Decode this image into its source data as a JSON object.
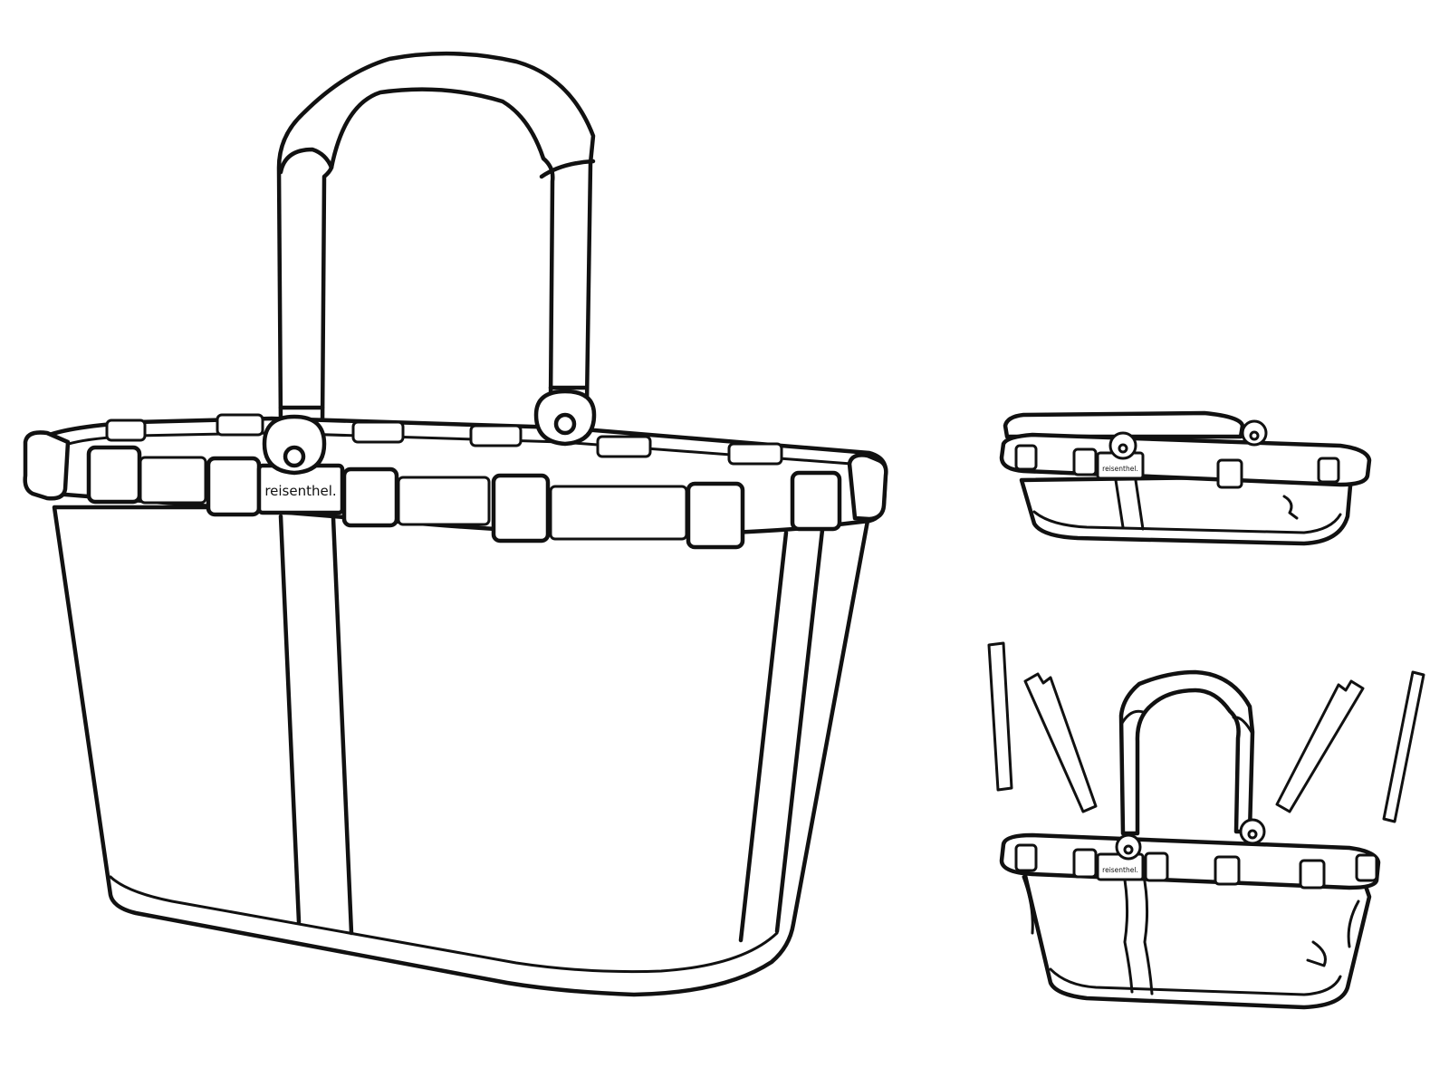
{
  "brand": {
    "label": "reisenthel.",
    "line_color": "#111111",
    "fill_color": "#ffffff"
  },
  "views": [
    {
      "id": "main",
      "state": "open",
      "handle": "up"
    },
    {
      "id": "folded",
      "state": "collapsed",
      "handle": "down"
    },
    {
      "id": "inserts-removed",
      "state": "open",
      "handle": "up",
      "loose_inserts": 4
    }
  ]
}
